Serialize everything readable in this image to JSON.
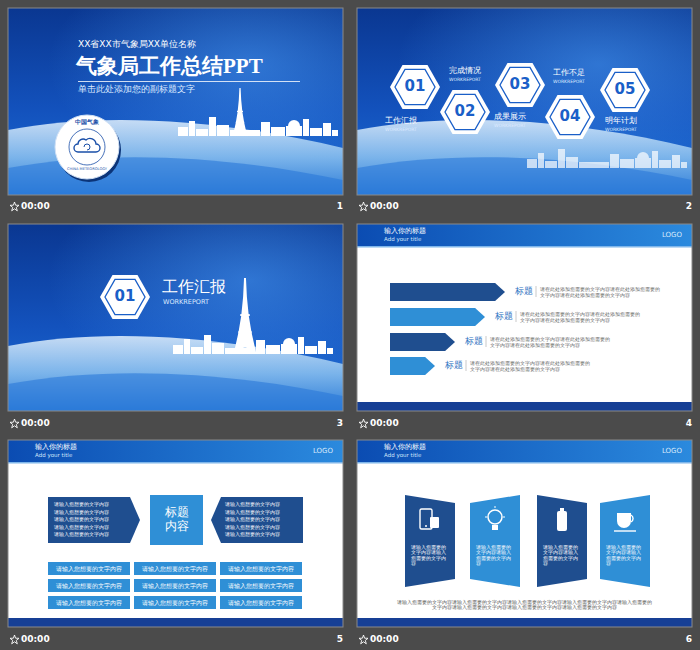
{
  "diagram": {
    "nodes": [
      {
        "text": [
          "XX省XX市气象局XX单位名称",
          "气象局工作总结PPT",
          "单击此处添加您的副标题文字"
        ]
      },
      {
        "text": [
          "中国气象",
          "CHINA METEOROLOGY"
        ],
        "in": 0
      },
      {
        "text": []
      },
      {
        "text": [
          "01",
          "工作汇报",
          "WORKREPORT"
        ],
        "in": 2
      },
      {
        "text": [
          "02",
          "完成情况",
          "WORKREPORT"
        ],
        "in": 2
      },
      {
        "text": [
          "03",
          "成果展示",
          "WORKREPORT"
        ],
        "in": 2
      },
      {
        "text": [
          "04",
          "工作不足",
          "WORKREPORT"
        ],
        "in": 2
      },
      {
        "text": [
          "05",
          "明年计划",
          "WORKREPORT"
        ],
        "in": 2
      },
      {
        "text": []
      },
      {
        "text": [
          "01",
          "工作汇报",
          "WORKREPORT"
        ],
        "in": 8
      },
      {
        "text": [
          "输入你的标题",
          "Add your title",
          "LOGO"
        ]
      },
      {
        "text": [
          "标题",
          "请在此处添加您需要的文字内容请在此处添加您需要的文字内容请在此处添加您需要的文字内容"
        ],
        "in": 10
      },
      {
        "text": [
          "标题",
          "请在此处添加您需要的文字内容请在此处添加您需要的文字内容请在此处添加您需要的文字内容"
        ],
        "in": 10
      },
      {
        "text": [
          "标题",
          "请在此处添加您需要的文字内容请在此处添加您需要的文字内容请在此处添加您需要的文字内容"
        ],
        "in": 10
      },
      {
        "text": [
          "标题",
          "请在此处添加您需要的文字内容请在此处添加您需要的文字内容请在此处添加您需要的文字内容"
        ],
        "in": 10
      },
      {
        "text": [
          "输入你的标题",
          "Add your title",
          "LOGO"
        ]
      },
      {
        "text": [
          "请输入您想要的文字内容",
          "请输入您想要的文字内容",
          "请输入您想要的文字内容",
          "请输入您想要的文字内容",
          "请输入您想要的文字内容"
        ],
        "in": 15
      },
      {
        "text": [
          "标题 内容"
        ],
        "in": 15
      },
      {
        "text": [
          "请输入您想要的文字内容",
          "请输入您想要的文字内容",
          "请输入您想要的文字内容",
          "请输入您想要的文字内容",
          "请输入您想要的文字内容"
        ],
        "in": 15
      },
      {
        "text": [
          "请输入您想要的文字内容"
        ],
        "in": 15
      },
      {
        "text": [
          "请输入您想要的文字内容"
        ],
        "in": 15
      },
      {
        "text": [
          "请输入您想要的文字内容"
        ],
        "in": 15
      },
      {
        "text": [
          "请输入您想要的文字内容"
        ],
        "in": 15
      },
      {
        "text": [
          "请输入您想要的文字内容"
        ],
        "in": 15
      },
      {
        "text": [
          "请输入您想要的文字内容"
        ],
        "in": 15
      },
      {
        "text": [
          "请输入您想要的文字内容"
        ],
        "in": 15
      },
      {
        "text": [
          "请输入您想要的文字内容"
        ],
        "in": 15
      },
      {
        "text": [
          "请输入您想要的文字内容"
        ],
        "in": 15
      },
      {
        "text": [
          "输入你的标题",
          "Add your title",
          "LOGO",
          "请输入您需要的文字内容请输入您需要的文字内容请输入您需要的文字内容请输入您需要的文字内容请输入您需要的文字内容请输入您需要的文字内容请输入您需要的文字内容请输入您需要的文字内容"
        ]
      },
      {
        "text": [
          "请输入您需要的文字内容请输入您需要的文字内容"
        ],
        "in": 28
      },
      {
        "text": [
          "请输入您需要的文字内容请输入您需要的文字内容"
        ],
        "in": 28
      },
      {
        "text": [
          "请输入您需要的文字内容请输入您需要的文字内容"
        ],
        "in": 28
      },
      {
        "text": [
          "请输入您需要的文字内容请输入您需要的文字内容"
        ],
        "in": 28
      }
    ],
    "labels": [
      "00:00",
      "1",
      "00:00",
      "2",
      "00:00",
      "3",
      "00:00",
      "4",
      "00:00",
      "5",
      "00:00",
      "6"
    ]
  }
}
